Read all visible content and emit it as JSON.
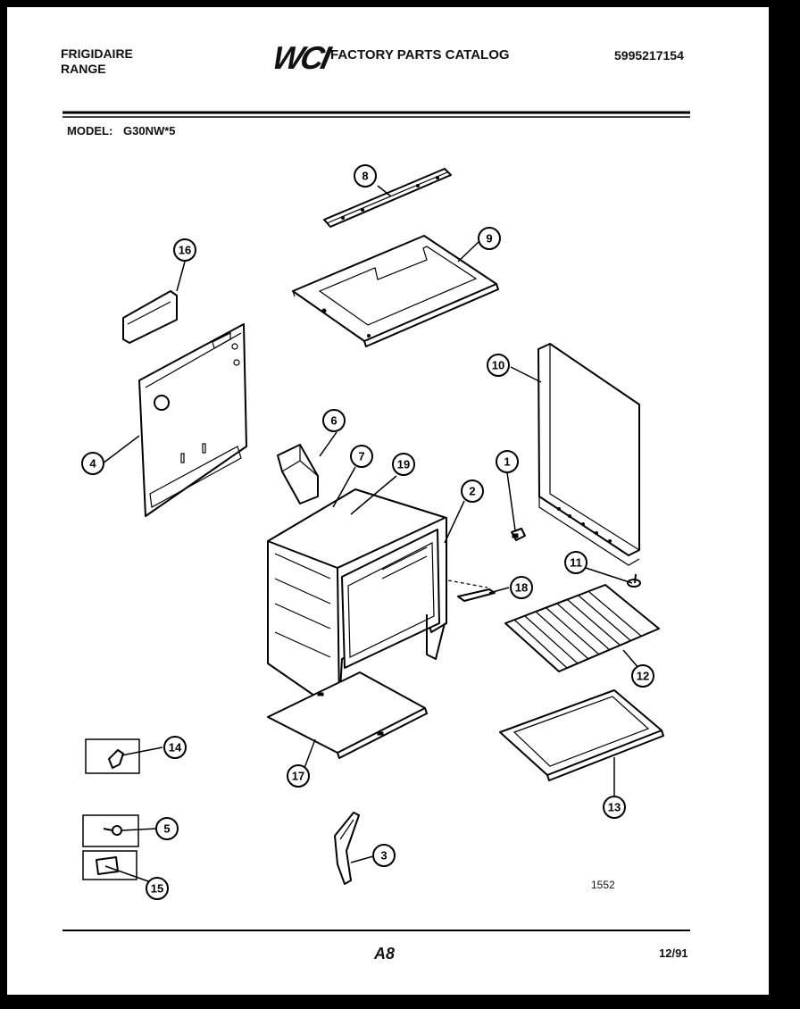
{
  "header": {
    "brand_line1": "FRIGIDAIRE",
    "brand_line2": "RANGE",
    "logo": "WCI",
    "catalog_title": "FACTORY PARTS CATALOG",
    "part_number": "5995217154"
  },
  "model": {
    "label": "MODEL:",
    "value": "G30NW*5"
  },
  "diagram": {
    "diagram_number": "1552",
    "callouts": [
      "1",
      "2",
      "3",
      "4",
      "5",
      "6",
      "7",
      "8",
      "9",
      "10",
      "11",
      "12",
      "13",
      "14",
      "15",
      "16",
      "17",
      "18",
      "19"
    ]
  },
  "footer": {
    "page_code": "A8",
    "date_code": "12/91"
  }
}
